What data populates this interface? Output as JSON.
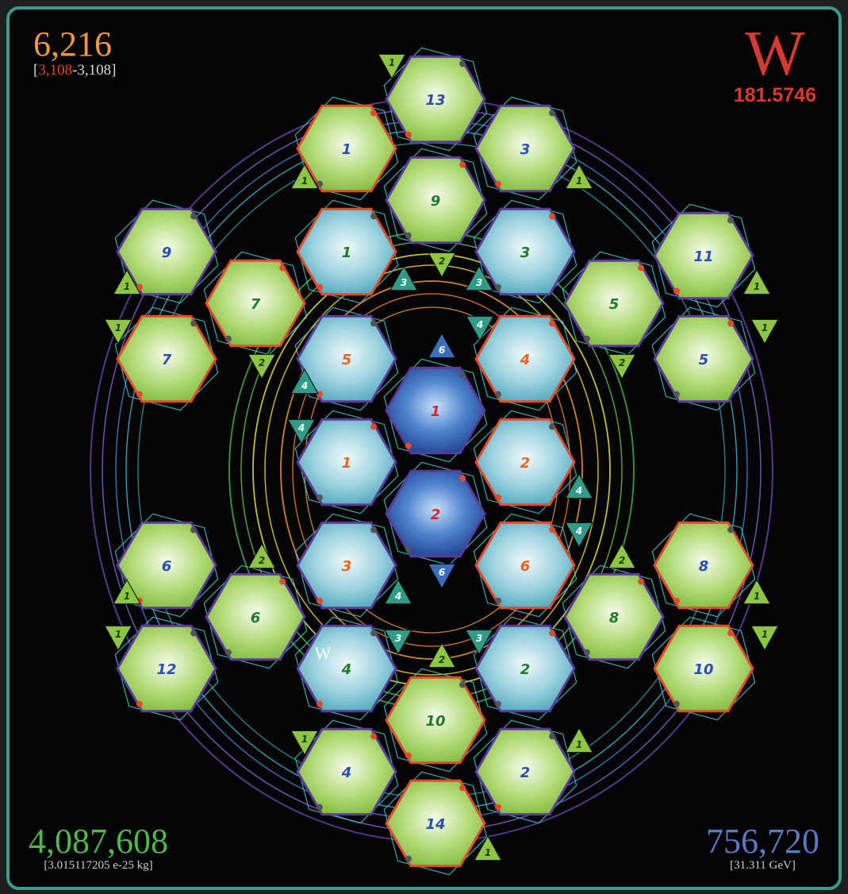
{
  "colors": {
    "frame": "#3a9a8e",
    "background": "#050505",
    "green_hex": "#8ec644",
    "cyan_hex": "#5fb7c9",
    "blue_hex": "#2c5aa8",
    "red_outline": "#e24b2a",
    "purple_outline": "#5c3a9a",
    "orange_accent": "#f29a3a",
    "red_accent": "#d83a30",
    "green_accent": "#52b84a",
    "blue_accent": "#5a7ac6"
  },
  "corners": {
    "top_left": {
      "value": "6,216",
      "bracket_open": "[",
      "red_part": "3,108",
      "rest": "-3,108]"
    },
    "top_right": {
      "letter": "W",
      "value": "181.5746"
    },
    "bottom_left": {
      "value": "4,087,608",
      "detail": "[3.015117205 e-25 kg]"
    },
    "bottom_right": {
      "value": "756,720",
      "detail": "[31.311 GeV]"
    }
  },
  "hexagons": [
    {
      "label": "13",
      "fill": "green",
      "text_color": "blue"
    },
    {
      "label": "1",
      "fill": "green",
      "text_color": "blue"
    },
    {
      "label": "3",
      "fill": "green",
      "text_color": "blue"
    },
    {
      "label": "9",
      "fill": "green",
      "text_color": "green"
    },
    {
      "label": "1",
      "fill": "cyan",
      "text_color": "green"
    },
    {
      "label": "3",
      "fill": "cyan",
      "text_color": "green"
    },
    {
      "label": "9",
      "fill": "green",
      "text_color": "blue"
    },
    {
      "label": "7",
      "fill": "green",
      "text_color": "green"
    },
    {
      "label": "11",
      "fill": "green",
      "text_color": "blue"
    },
    {
      "label": "5",
      "fill": "green",
      "text_color": "green"
    },
    {
      "label": "7",
      "fill": "green",
      "text_color": "blue"
    },
    {
      "label": "5",
      "fill": "green",
      "text_color": "blue"
    },
    {
      "label": "5",
      "fill": "cyan",
      "text_color": "orange"
    },
    {
      "label": "4",
      "fill": "cyan",
      "text_color": "orange"
    },
    {
      "label": "1",
      "fill": "blue",
      "text_color": "red"
    },
    {
      "label": "1",
      "fill": "cyan",
      "text_color": "orange"
    },
    {
      "label": "2",
      "fill": "cyan",
      "text_color": "orange"
    },
    {
      "label": "2",
      "fill": "blue",
      "text_color": "red"
    },
    {
      "label": "3",
      "fill": "cyan",
      "text_color": "orange"
    },
    {
      "label": "6",
      "fill": "cyan",
      "text_color": "orange"
    },
    {
      "label": "6",
      "fill": "green",
      "text_color": "blue"
    },
    {
      "label": "6",
      "fill": "green",
      "text_color": "green"
    },
    {
      "label": "8",
      "fill": "green",
      "text_color": "blue"
    },
    {
      "label": "8",
      "fill": "green",
      "text_color": "green"
    },
    {
      "label": "12",
      "fill": "green",
      "text_color": "blue"
    },
    {
      "label": "10",
      "fill": "green",
      "text_color": "blue"
    },
    {
      "label": "4",
      "fill": "cyan",
      "text_color": "green",
      "badge": "W"
    },
    {
      "label": "2",
      "fill": "cyan",
      "text_color": "green"
    },
    {
      "label": "10",
      "fill": "green",
      "text_color": "green"
    },
    {
      "label": "4",
      "fill": "green",
      "text_color": "blue"
    },
    {
      "label": "2",
      "fill": "green",
      "text_color": "blue"
    },
    {
      "label": "14",
      "fill": "green",
      "text_color": "blue"
    }
  ],
  "triangles": [
    {
      "label": "1",
      "color": "green"
    },
    {
      "label": "1",
      "color": "green"
    },
    {
      "label": "1",
      "color": "green"
    },
    {
      "label": "2",
      "color": "green"
    },
    {
      "label": "3",
      "color": "teal"
    },
    {
      "label": "3",
      "color": "teal"
    },
    {
      "label": "1",
      "color": "green"
    },
    {
      "label": "1",
      "color": "green"
    },
    {
      "label": "1",
      "color": "green"
    },
    {
      "label": "1",
      "color": "green"
    },
    {
      "label": "2",
      "color": "green"
    },
    {
      "label": "2",
      "color": "green"
    },
    {
      "label": "6",
      "color": "blue"
    },
    {
      "label": "4",
      "color": "teal"
    },
    {
      "label": "4",
      "color": "teal"
    },
    {
      "label": "4",
      "color": "teal"
    },
    {
      "label": "4",
      "color": "teal"
    },
    {
      "label": "4",
      "color": "teal"
    },
    {
      "label": "4",
      "color": "teal"
    },
    {
      "label": "6",
      "color": "blue"
    },
    {
      "label": "2",
      "color": "green"
    },
    {
      "label": "2",
      "color": "green"
    },
    {
      "label": "1",
      "color": "green"
    },
    {
      "label": "1",
      "color": "green"
    },
    {
      "label": "1",
      "color": "green"
    },
    {
      "label": "1",
      "color": "green"
    },
    {
      "label": "3",
      "color": "teal"
    },
    {
      "label": "3",
      "color": "teal"
    },
    {
      "label": "2",
      "color": "green"
    },
    {
      "label": "1",
      "color": "green"
    },
    {
      "label": "1",
      "color": "green"
    },
    {
      "label": "1",
      "color": "green"
    }
  ]
}
